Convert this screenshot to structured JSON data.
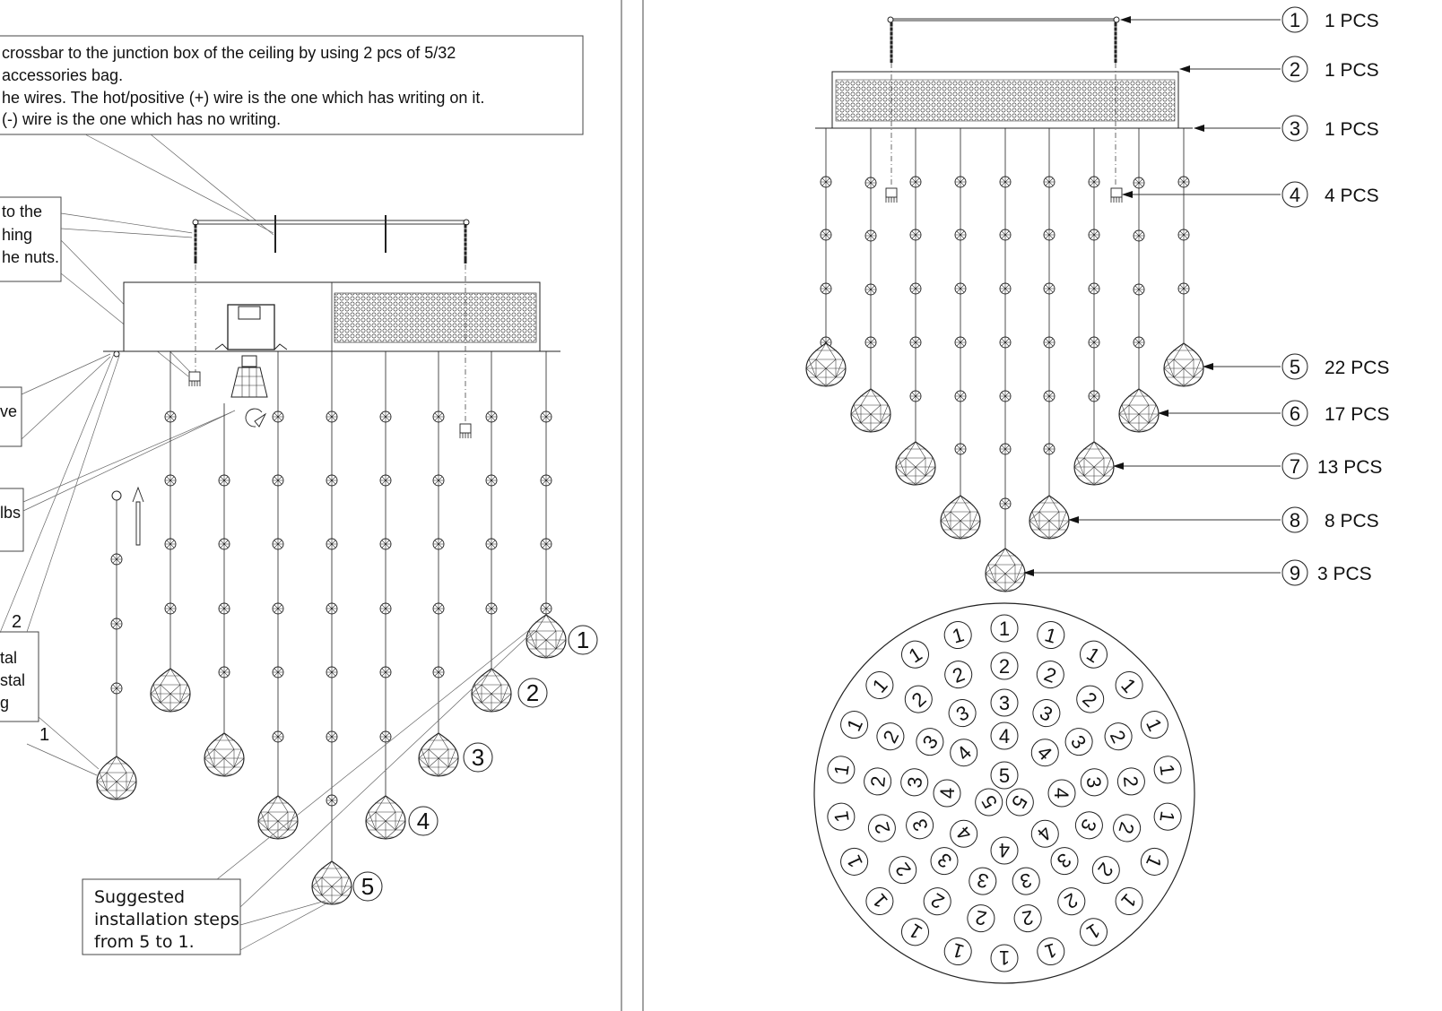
{
  "left_panel": {
    "top_note": {
      "lines": [
        "crossbar to the junction box of the ceiling by using 2 pcs of 5/32",
        "accessories  bag.",
        "he wires. The hot/positive (+) wire is the one which has writing on it.",
        "(-) wire is the one which has no writing."
      ]
    },
    "nuts_note": {
      "lines": [
        "to the",
        "hing",
        "he nuts."
      ]
    },
    "ve_note": {
      "lines": [
        "ve"
      ]
    },
    "bulbs_note": {
      "lines": [
        "lbs"
      ]
    },
    "crystal_note": {
      "lines": [
        "tal",
        "stal",
        "g"
      ]
    },
    "small_labels": [
      "2",
      "1"
    ],
    "step_numbers": [
      "1",
      "2",
      "3",
      "4",
      "5"
    ],
    "steps_note": {
      "lines": [
        "Suggested",
        "installation steps",
        "from 5 to 1."
      ]
    }
  },
  "right_panel": {
    "parts": [
      {
        "number": "1",
        "quantity": "1 PCS"
      },
      {
        "number": "2",
        "quantity": "1 PCS"
      },
      {
        "number": "3",
        "quantity": "1 PCS"
      },
      {
        "number": "4",
        "quantity": "4 PCS"
      },
      {
        "number": "5",
        "quantity": "22 PCS"
      },
      {
        "number": "6",
        "quantity": "17 PCS"
      },
      {
        "number": "7",
        "quantity": "13 PCS"
      },
      {
        "number": "8",
        "quantity": "8 PCS"
      },
      {
        "number": "9",
        "quantity": "3 PCS"
      }
    ],
    "layout_rings": [
      {
        "ring": "outer",
        "count": 22,
        "digit": "1"
      },
      {
        "ring": "second",
        "count": 17,
        "digit": "2"
      },
      {
        "ring": "third",
        "count": 13,
        "digit": "3"
      },
      {
        "ring": "fourth",
        "count": 8,
        "digit": "4"
      },
      {
        "ring": "inner",
        "count": 3,
        "digit": "5"
      }
    ]
  },
  "colors": {
    "line": "#222222",
    "grey_bar": "#9a9a9a",
    "background": "#ffffff"
  }
}
